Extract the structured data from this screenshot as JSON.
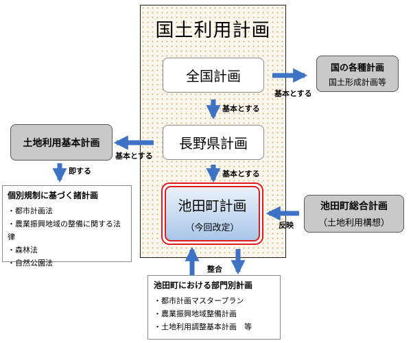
{
  "national_land_panel": {
    "title": "国土利用計画"
  },
  "nodes": {
    "zenkoku": "全国計画",
    "nagano": "長野県計画",
    "ikeda": {
      "title": "池田町計画",
      "subtitle": "（今回改定）"
    },
    "kakushu": {
      "title": "国の各種計画",
      "subtitle": "国土形成計画等"
    },
    "tochi_kihon": {
      "title": "土地利用基本計画"
    },
    "sougou": {
      "title": "池田町総合計画",
      "subtitle": "（土地利用構想）"
    }
  },
  "edge_labels": {
    "zenkoku_to_kakushu": "基本とする",
    "zenkoku_to_nagano": "基本とする",
    "nagano_to_tochi": "基本とする",
    "nagano_to_ikeda": "基本とする",
    "tochi_to_kobetsu": "即する",
    "sougou_to_ikeda": "反映",
    "ikeda_bumon": "整合"
  },
  "kobetsu": {
    "heading": "個別規制に基づく諸計画",
    "items": [
      "・都市計画法",
      "・農業振興地域の整備に関する法律",
      "・森林法",
      "・自然公園法"
    ]
  },
  "bumon": {
    "heading": "池田町における部門別計画",
    "items": [
      "・都市計画マスタープラン",
      "・農業振興地域整備計画",
      "・土地利用調整基本計画　等"
    ]
  },
  "colors": {
    "arrow": "#3e72c4",
    "highlight": "#e01a1a",
    "gray_box": "#c9c9c9",
    "panel_dots": "#d9b97a"
  }
}
